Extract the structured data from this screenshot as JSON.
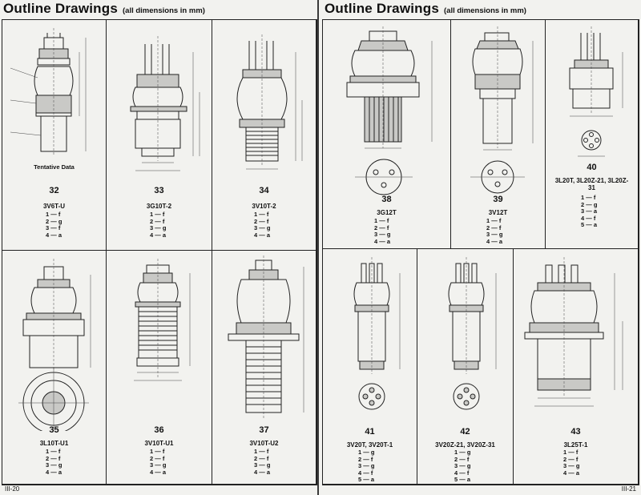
{
  "pages": {
    "left": {
      "title": "Outline Drawings",
      "subtitle": "(all dimensions in mm)",
      "folio": "III-20",
      "tentative_note": "Tentative Data",
      "drawings": [
        {
          "number": "32",
          "type": "3V6T-U",
          "pins": [
            "1 — f",
            "2 — g",
            "3 — f",
            "4 — a"
          ]
        },
        {
          "number": "33",
          "type": "3G10T-2",
          "pins": [
            "1 — f",
            "2 — f",
            "3 — g",
            "4 — a"
          ]
        },
        {
          "number": "34",
          "type": "3V10T-2",
          "pins": [
            "1 — f",
            "2 — f",
            "3 — g",
            "4 — a"
          ]
        },
        {
          "number": "35",
          "type": "3L10T-U1",
          "pins": [
            "1 — f",
            "2 — f",
            "3 — g",
            "4 — a"
          ]
        },
        {
          "number": "36",
          "type": "3V10T-U1",
          "pins": [
            "1 — f",
            "2 — f",
            "3 — g",
            "4 — a"
          ]
        },
        {
          "number": "37",
          "type": "3V10T-U2",
          "pins": [
            "1 — f",
            "2 — f",
            "3 — g",
            "4 — a"
          ]
        }
      ]
    },
    "right": {
      "title": "Outline Drawings",
      "subtitle": "(all dimensions in mm)",
      "folio": "III-21",
      "drawings": [
        {
          "number": "38",
          "type": "3G12T",
          "pins": [
            "1 — f",
            "2 — f",
            "3 — g",
            "4 — a"
          ]
        },
        {
          "number": "39",
          "type": "3V12T",
          "pins": [
            "1 — f",
            "2 — f",
            "3 — g",
            "4 — a"
          ]
        },
        {
          "number": "40",
          "type": "3L20T, 3L20Z-21, 3L20Z-31",
          "pins": [
            "1 — f",
            "2 — g",
            "3 — a",
            "4 — f",
            "5 — a"
          ]
        },
        {
          "number": "41",
          "type": "3V20T, 3V20T-1",
          "pins": [
            "1 — g",
            "2 — f",
            "3 — g",
            "4 — f",
            "5 — a"
          ]
        },
        {
          "number": "42",
          "type": "3V20Z-21, 3V20Z-31",
          "pins": [
            "1 — g",
            "2 — f",
            "3 — g",
            "4 — f",
            "5 — a"
          ]
        },
        {
          "number": "43",
          "type": "3L25T-1",
          "pins": [
            "1 — f",
            "2 — f",
            "3 — g",
            "4 — a"
          ]
        }
      ]
    }
  }
}
